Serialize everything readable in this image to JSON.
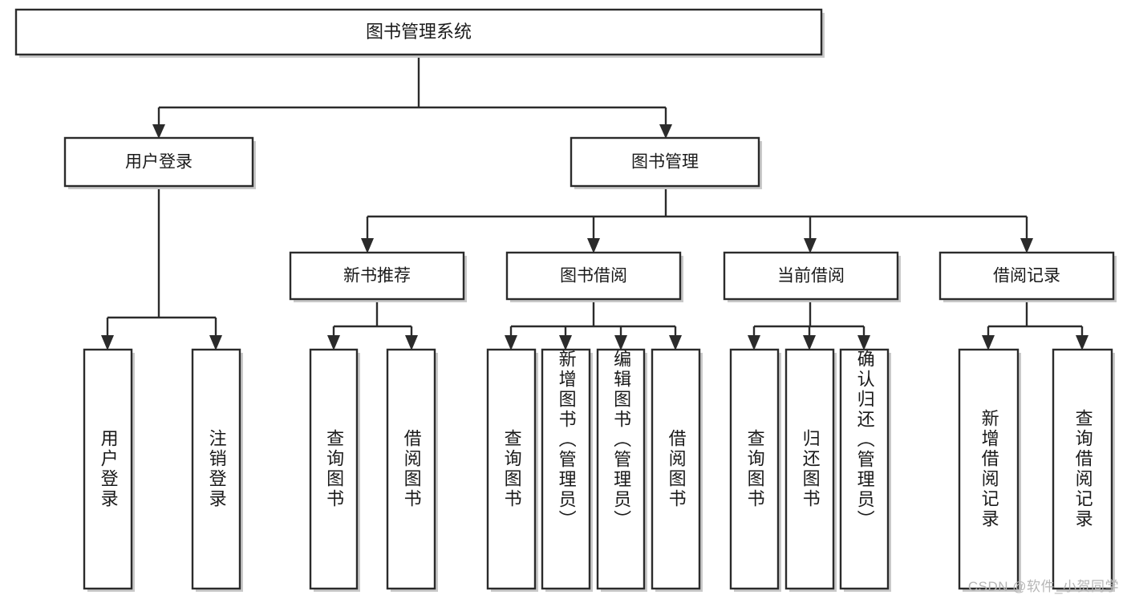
{
  "diagram": {
    "title": "图书管理系统",
    "watermark": "CSDN @软件_小贺同学",
    "colors": {
      "stroke": "#2b2b2b",
      "fill": "#ffffff",
      "text": "#1a1a1a",
      "shadow": "#c9c9c9",
      "watermark": "#b6b6b6"
    }
  },
  "nodes": {
    "root": {
      "label": "图书管理系统"
    },
    "level1": [
      {
        "label": "用户登录"
      },
      {
        "label": "图书管理"
      }
    ],
    "level2": [
      {
        "label": "新书推荐"
      },
      {
        "label": "图书借阅"
      },
      {
        "label": "当前借阅"
      },
      {
        "label": "借阅记录"
      }
    ],
    "leaves": [
      {
        "label": "用户登录"
      },
      {
        "label": "注销登录"
      },
      {
        "label": "查询图书"
      },
      {
        "label": "借阅图书"
      },
      {
        "label": "查询图书"
      },
      {
        "label": "新增图书（管理员）"
      },
      {
        "label": "编辑图书（管理员）"
      },
      {
        "label": "借阅图书"
      },
      {
        "label": "查询图书"
      },
      {
        "label": "归还图书"
      },
      {
        "label": "确认归还（管理员）"
      },
      {
        "label": "新增借阅记录"
      },
      {
        "label": "查询借阅记录"
      }
    ]
  },
  "chart_data": {
    "type": "diagram",
    "title": "图书管理系统",
    "subtype": "tree / functional-structure-chart",
    "orientation": "top-down",
    "levels": 4,
    "tree": {
      "name": "图书管理系统",
      "children": [
        {
          "name": "用户登录",
          "children": [
            {
              "name": "用户登录"
            },
            {
              "name": "注销登录"
            }
          ]
        },
        {
          "name": "图书管理",
          "children": [
            {
              "name": "新书推荐",
              "children": [
                {
                  "name": "查询图书"
                },
                {
                  "name": "借阅图书"
                }
              ]
            },
            {
              "name": "图书借阅",
              "children": [
                {
                  "name": "查询图书"
                },
                {
                  "name": "新增图书（管理员）"
                },
                {
                  "name": "编辑图书（管理员）"
                },
                {
                  "name": "借阅图书"
                }
              ]
            },
            {
              "name": "当前借阅",
              "children": [
                {
                  "name": "查询图书"
                },
                {
                  "name": "归还图书"
                },
                {
                  "name": "确认归还（管理员）"
                }
              ]
            },
            {
              "name": "借阅记录",
              "children": [
                {
                  "name": "新增借阅记录"
                },
                {
                  "name": "查询借阅记录"
                }
              ]
            }
          ]
        }
      ]
    }
  }
}
